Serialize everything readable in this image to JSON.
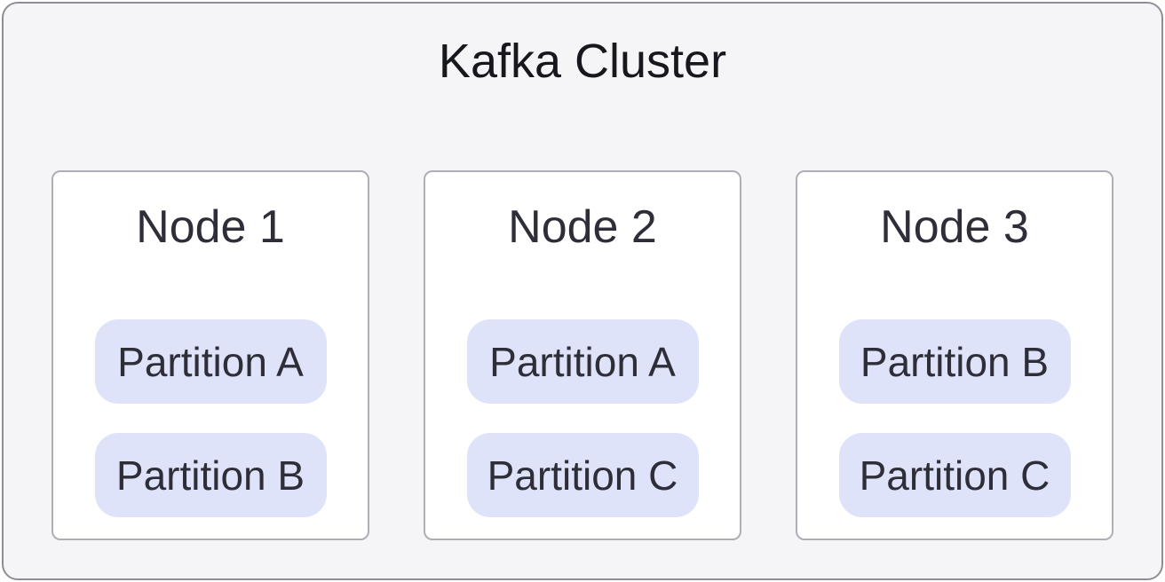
{
  "diagram": {
    "title": "Kafka Cluster",
    "nodes": [
      {
        "label": "Node 1",
        "partitions": [
          "Partition A",
          "Partition B"
        ]
      },
      {
        "label": "Node 2",
        "partitions": [
          "Partition A",
          "Partition C"
        ]
      },
      {
        "label": "Node 3",
        "partitions": [
          "Partition B",
          "Partition C"
        ]
      }
    ],
    "colors": {
      "page_bg": "#ffffff",
      "cluster_bg": "#f5f5f7",
      "cluster_border": "#8f8f99",
      "node_bg": "#ffffff",
      "node_border": "#aeaeb7",
      "partition_bg": "#dee3fa",
      "title_text": "#17171e",
      "node_text": "#2e2e39"
    }
  }
}
